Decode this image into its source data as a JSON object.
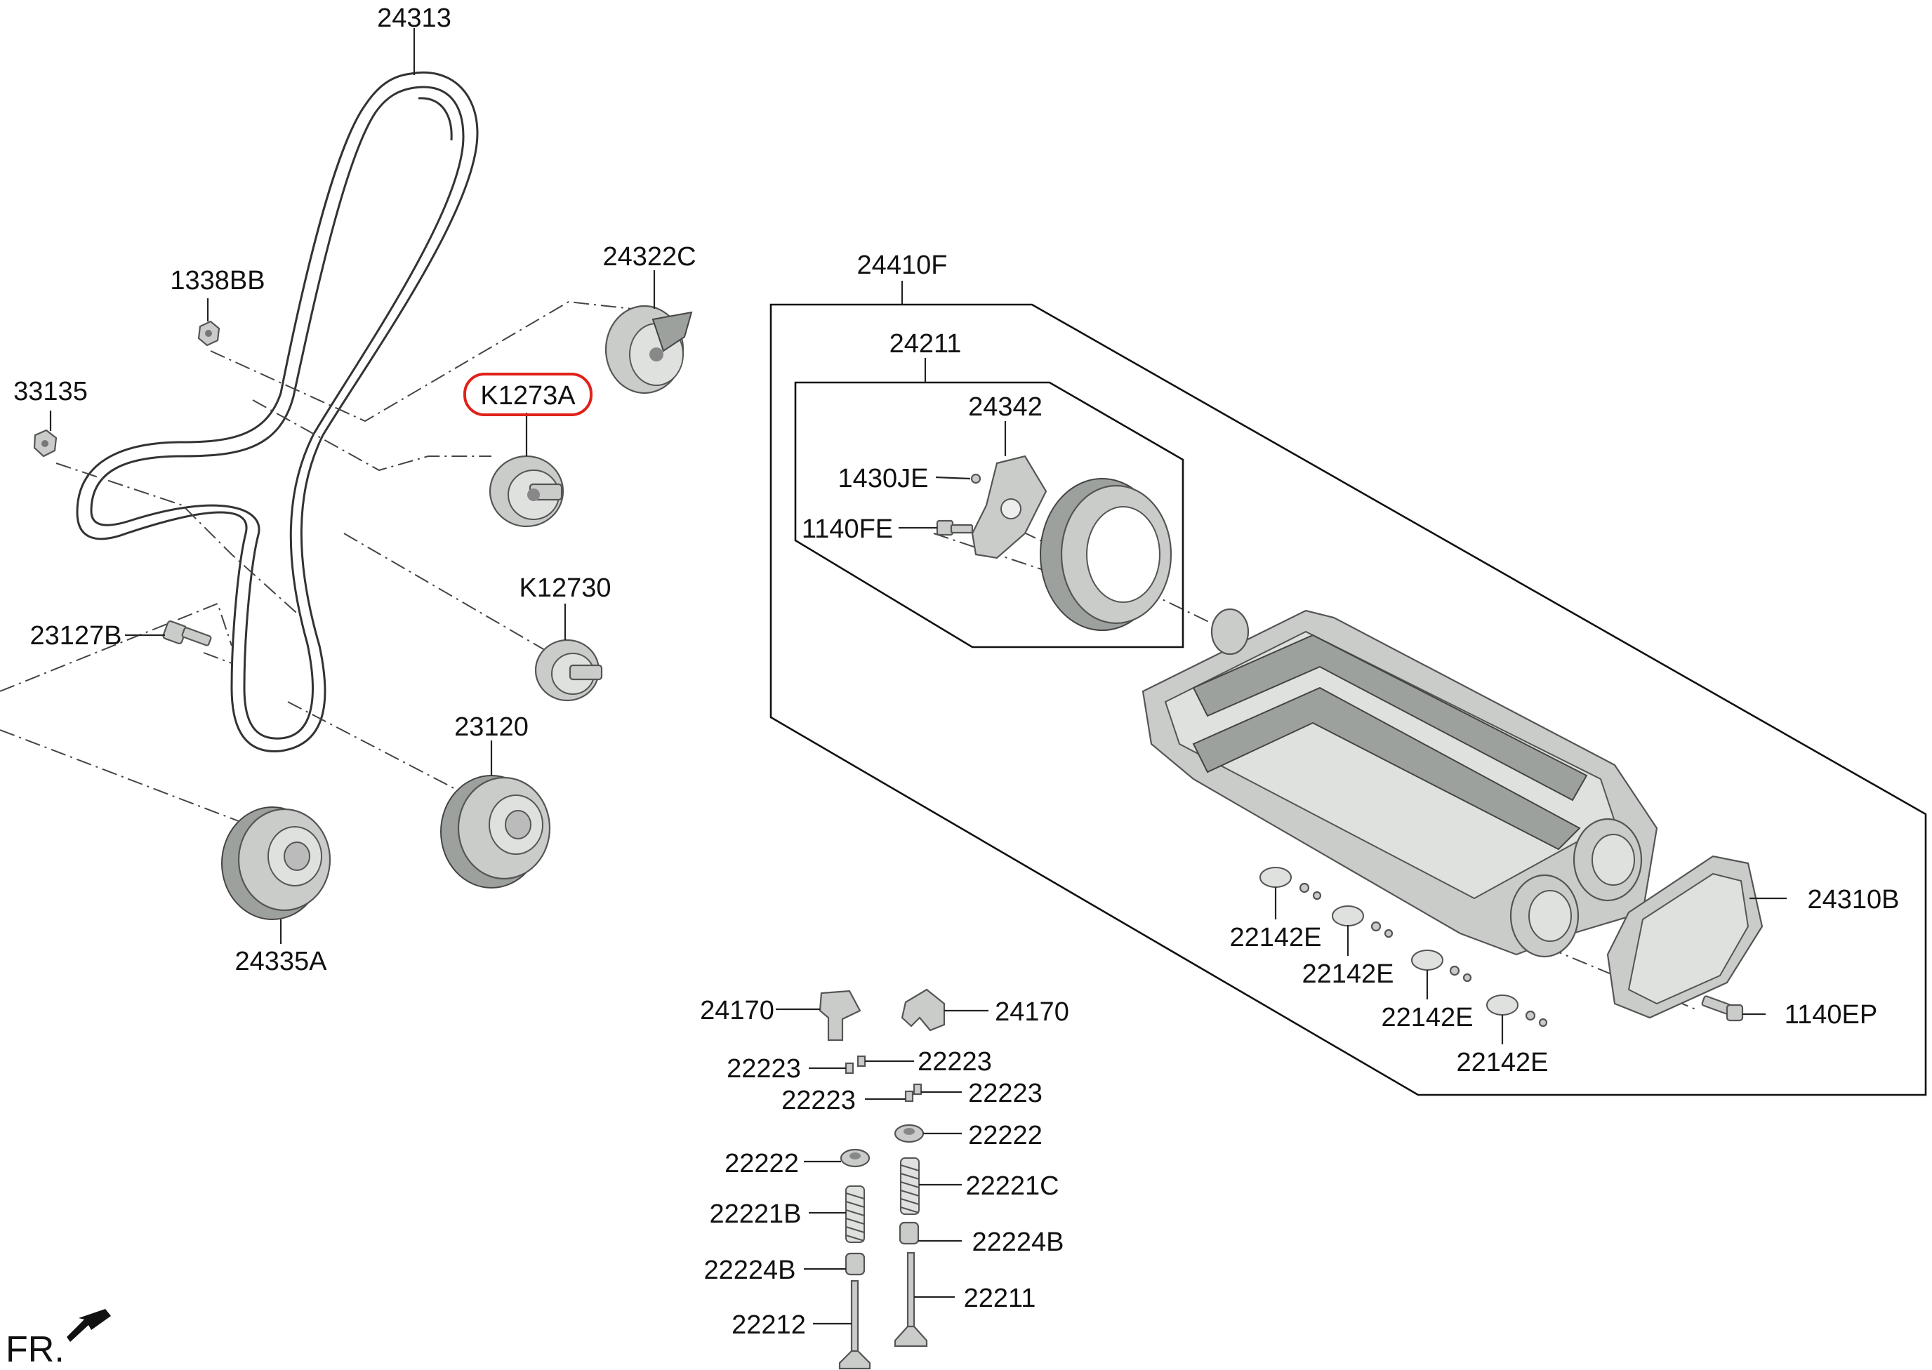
{
  "diagram": {
    "labels": {
      "belt": "24313",
      "nut_a": "1338BB",
      "nut_b": "33135",
      "tensioner": "24322C",
      "idler_highlighted": "K1273A",
      "idler_b": "K12730",
      "bolt": "23127B",
      "sprocket_right": "23120",
      "sprocket_left": "24335A",
      "head_assembly": "24410F",
      "cam_sprocket_assembly": "24211",
      "sensor_wheel": "24342",
      "small_bolt": "1430JE",
      "bolt_b": "1140FE",
      "cover": "24310B",
      "bolt_c": "1140EP",
      "seal_1": "22142E",
      "seal_2": "22142E",
      "seal_3": "22142E",
      "seal_4": "22142E",
      "rocker_left": "24170",
      "rocker_right": "24170",
      "cotter_1": "22223",
      "cotter_2": "22223",
      "cotter_3": "22223",
      "cotter_4": "22223",
      "retainer_right": "22222",
      "retainer_left": "22222",
      "spring_left": "22221B",
      "spring_right": "22221C",
      "valve_seal_right": "22224B",
      "valve_seal_left": "22224B",
      "valve_left": "22212",
      "valve_right": "22211",
      "front_marker": "FR."
    },
    "highlight_color": "#e0221b"
  }
}
